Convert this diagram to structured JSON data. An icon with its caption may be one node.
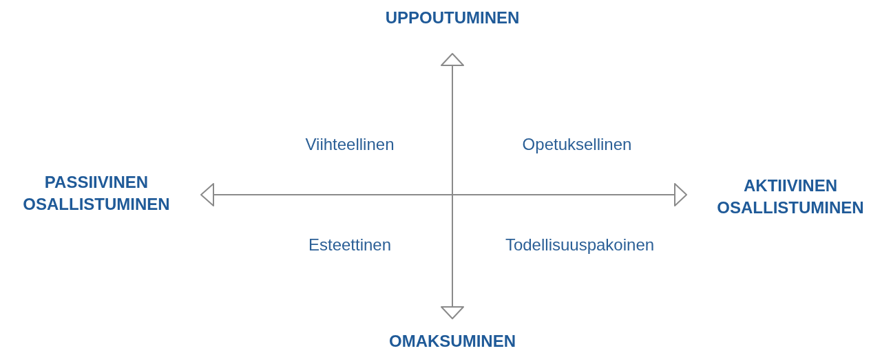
{
  "diagram": {
    "labels": [
      "UPPOUTUMINEN",
      "Viihteellinen",
      "Opetuksellinen",
      "PASSIIVINEN OSALLISTUMINEN",
      "AKTIIVINEN OSALLISTUMINEN",
      "Esteettinen",
      "Todellisuuspakoinen",
      "OMAKSUMINEN"
    ]
  }
}
